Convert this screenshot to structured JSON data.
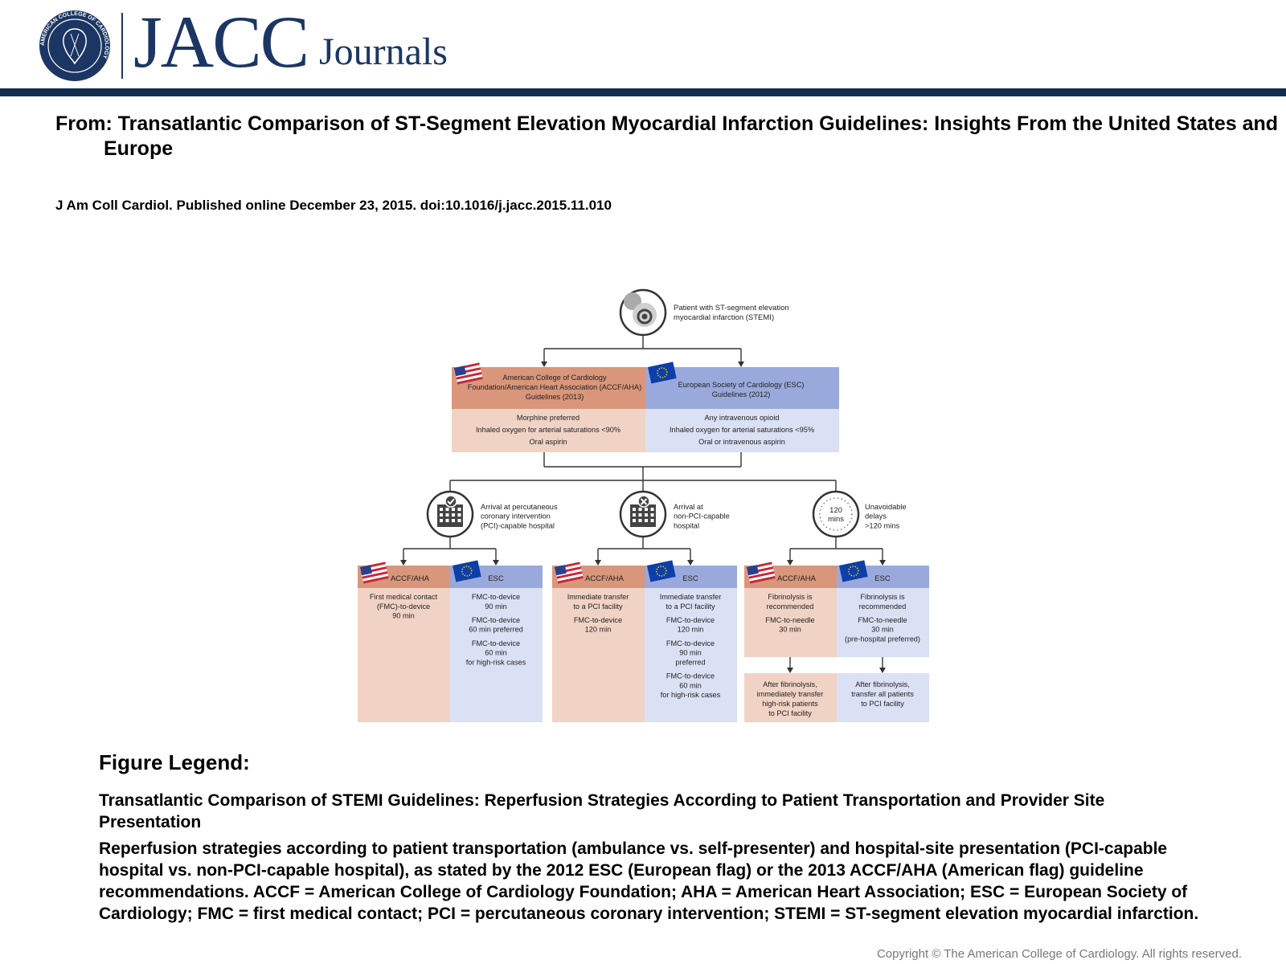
{
  "header": {
    "seal_text": "AMERICAN COLLEGE OF CARDIOLOGY",
    "brand": "JACC",
    "brand_suffix": "Journals"
  },
  "article": {
    "title": "From: Transatlantic Comparison of ST-Segment Elevation Myocardial Infarction Guidelines: Insights From the United States and Europe",
    "citation": "J Am Coll Cardiol. Published online  December 23, 2015. doi:10.1016/j.jacc.2015.11.010"
  },
  "figure": {
    "patient_label": [
      "Patient with ST-segment elevation",
      "myocardial infarction (STEMI)"
    ],
    "us_header": [
      "American College of Cardiology",
      "Foundation/American Heart Association (ACCF/AHA)",
      "Guidelines (2013)"
    ],
    "us_items": [
      "Morphine preferred",
      "Inhaled oxygen for arterial saturations <90%",
      "Oral aspirin"
    ],
    "eu_header": [
      "European Society of Cardiology (ESC)",
      "Guidelines (2012)"
    ],
    "eu_items": [
      "Any intravenous opioid",
      "Inhaled oxygen for arterial saturations <95%",
      "Oral or intravenous aspirin"
    ],
    "scenarios": [
      {
        "label": [
          "Arrival at percutaneous",
          "coronary intervention",
          "(PCI)-capable hospital"
        ],
        "icon": "hospital-check-icon",
        "us_title": "ACCF/AHA",
        "us_lines": [
          "First medical contact",
          "(FMC)-to-device",
          "90 min"
        ],
        "eu_title": "ESC",
        "eu_lines": [
          "FMC-to-device",
          "90 min",
          "",
          "FMC-to-device",
          "60 min preferred",
          "",
          "FMC-to-device",
          "60 min",
          "for high-risk cases"
        ]
      },
      {
        "label": [
          "Arrival at",
          "non-PCI-capable",
          "hospital"
        ],
        "icon": "hospital-cross-icon",
        "us_title": "ACCF/AHA",
        "us_lines": [
          "Immediate transfer",
          "to a PCI facility",
          "",
          "FMC-to-device",
          "120 min"
        ],
        "eu_title": "ESC",
        "eu_lines": [
          "Immediate transfer",
          "to a PCI facility",
          "",
          "FMC-to-device",
          "120 min",
          "",
          "FMC-to-device",
          "90 min",
          "preferred",
          "",
          "FMC-to-device",
          "60 min",
          "for high-risk cases"
        ]
      },
      {
        "label": [
          "Unavoidable",
          "delays",
          ">120 mins"
        ],
        "icon": "clock-icon",
        "clock_text": [
          "120",
          "mins"
        ],
        "us_title": "ACCF/AHA",
        "us_lines": [
          "Fibrinolysis is",
          "recommended",
          "",
          "FMC-to-needle",
          "30 min"
        ],
        "eu_title": "ESC",
        "eu_lines": [
          "Fibrinolysis is",
          "recommended",
          "",
          "FMC-to-needle",
          "30 min",
          "(pre-hospital preferred)"
        ],
        "us_after": [
          "After fibrinolysis,",
          "immediately transfer",
          "high-risk patients",
          "to PCI facility"
        ],
        "eu_after": [
          "After fibrinolysis,",
          "transfer all patients",
          "to PCI facility"
        ]
      }
    ]
  },
  "legend": {
    "heading": "Figure Legend:",
    "subtitle": "Transatlantic Comparison of STEMI Guidelines: Reperfusion Strategies According to Patient Transportation and Provider Site Presentation",
    "text": "Reperfusion strategies according to patient transportation (ambulance vs. self-presenter) and hospital-site presentation (PCI-capable hospital vs. non-PCI-capable hospital), as stated by the 2012 ESC (European flag) or the 2013 ACCF/AHA (American flag) guideline recommendations. ACCF = American College of Cardiology Foundation; AHA = American Heart Association; ESC = European Society of Cardiology; FMC = first medical contact; PCI = percutaneous coronary intervention; STEMI = ST-segment elevation myocardial infarction."
  },
  "copyright": "Copyright © The American College of Cardiology. All rights reserved.",
  "colors": {
    "navy": "#1b3663",
    "us_dark": "#d9967a",
    "us_light": "#f1d3c5",
    "eu_dark": "#9aa9dc",
    "eu_light": "#dbe1f4"
  }
}
